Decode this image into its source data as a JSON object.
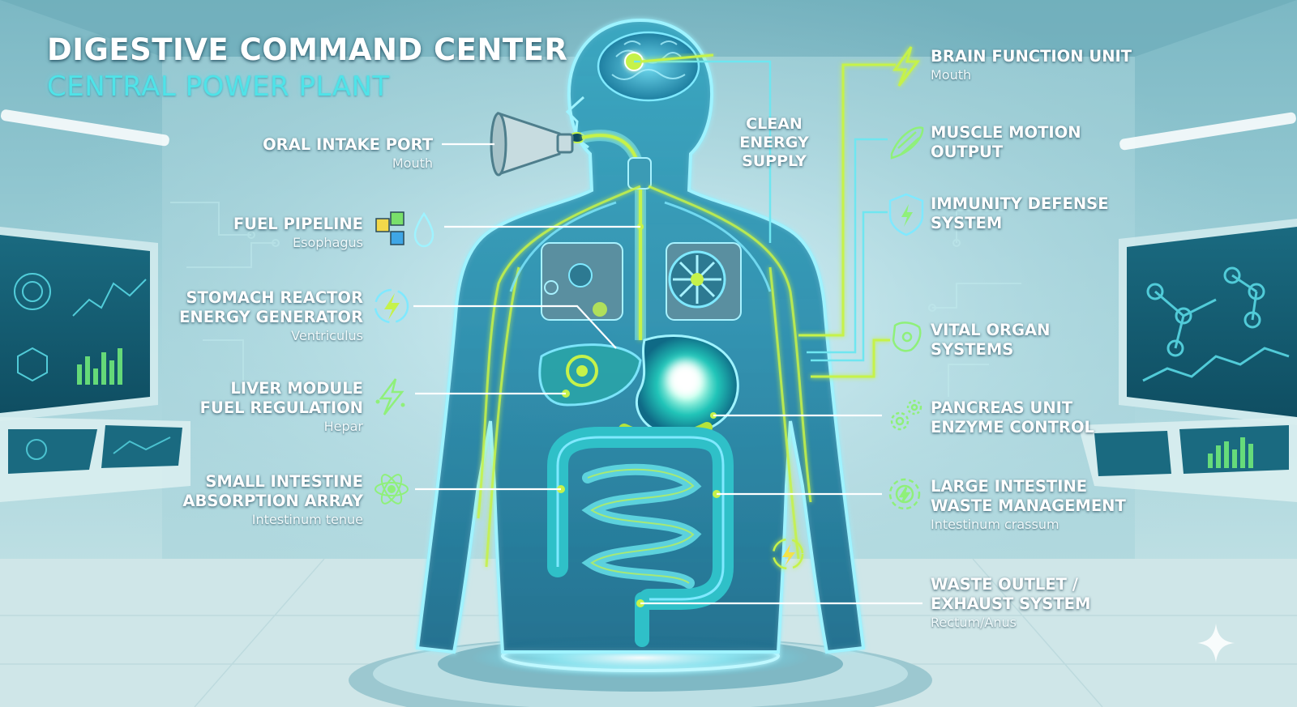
{
  "header": {
    "title": "DIGESTIVE COMMAND CENTER",
    "subtitle": "CENTRAL POWER PLANT"
  },
  "center_note": [
    "CLEAN",
    "ENERGY",
    "SUPPLY"
  ],
  "left_labels": [
    {
      "lines": [
        "ORAL INTAKE PORT"
      ],
      "sub": "Mouth",
      "icon": "megaphone-intake-icon"
    },
    {
      "lines": [
        "FUEL PIPELINE"
      ],
      "sub": "Esophagus",
      "icon": "fuel-cubes-droplet-icon"
    },
    {
      "lines": [
        "STOMACH REACTOR",
        "ENERGY GENERATOR"
      ],
      "sub": "Ventriculus",
      "icon": "lightning-cycle-icon"
    },
    {
      "lines": [
        "LIVER MODULE",
        "FUEL REGULATION"
      ],
      "sub": "Hepar",
      "icon": "lightning-icon"
    },
    {
      "lines": [
        "SMALL INTESTINE",
        "ABSORPTION ARRAY"
      ],
      "sub": "Intestinum tenue",
      "icon": "atom-icon"
    }
  ],
  "right_labels": [
    {
      "lines": [
        "BRAIN FUNCTION UNIT"
      ],
      "sub": "Mouth",
      "icon": "lightning-icon"
    },
    {
      "lines": [
        "MUSCLE MOTION",
        "OUTPUT"
      ],
      "sub": "",
      "icon": "muscle-icon"
    },
    {
      "lines": [
        "IMMUNITY DEFENSE",
        "SYSTEM"
      ],
      "sub": "",
      "icon": "shield-icon"
    },
    {
      "lines": [
        "VITAL ORGAN",
        "SYSTEMS"
      ],
      "sub": "",
      "icon": "organ-icon"
    },
    {
      "lines": [
        "PANCREAS UNIT",
        "ENZYME CONTROL"
      ],
      "sub": "",
      "icon": "gears-icon"
    },
    {
      "lines": [
        "LARGE INTESTINE",
        "WASTE MANAGEMENT"
      ],
      "sub": "Intestinum crassum",
      "icon": "gear-icon"
    },
    {
      "lines": [
        "WASTE OUTLET /",
        "EXHAUST SYSTEM"
      ],
      "sub": "Rectum/Anus",
      "icon": ""
    }
  ],
  "colors": {
    "accent_cyan": "#4fe3e8",
    "accent_lime": "#c6f24a",
    "accent_green": "#5ef08a",
    "body_glow": "#7fe9ff",
    "panel_dark": "#13586a"
  }
}
